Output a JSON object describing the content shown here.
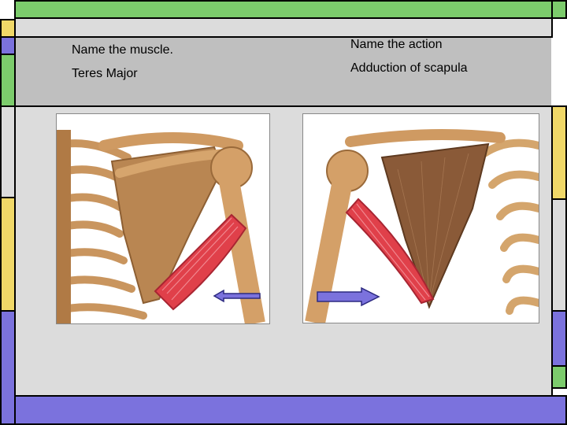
{
  "slide": {
    "left_heading": "Name the muscle.",
    "left_answer": "Teres Major",
    "right_heading": "Name the action",
    "right_answer": "Adduction of scapula"
  },
  "icons": {
    "left_arrow": "left-arrow-icon",
    "right_arrow": "right-arrow-icon"
  },
  "colors": {
    "green": "#7ccc6c",
    "yellow": "#f0d868",
    "purple": "#7b72dd",
    "grey": "#dcdcdc",
    "band": "#bfbfbf",
    "bone": "#c8935a",
    "muscle": "#e0404a"
  }
}
